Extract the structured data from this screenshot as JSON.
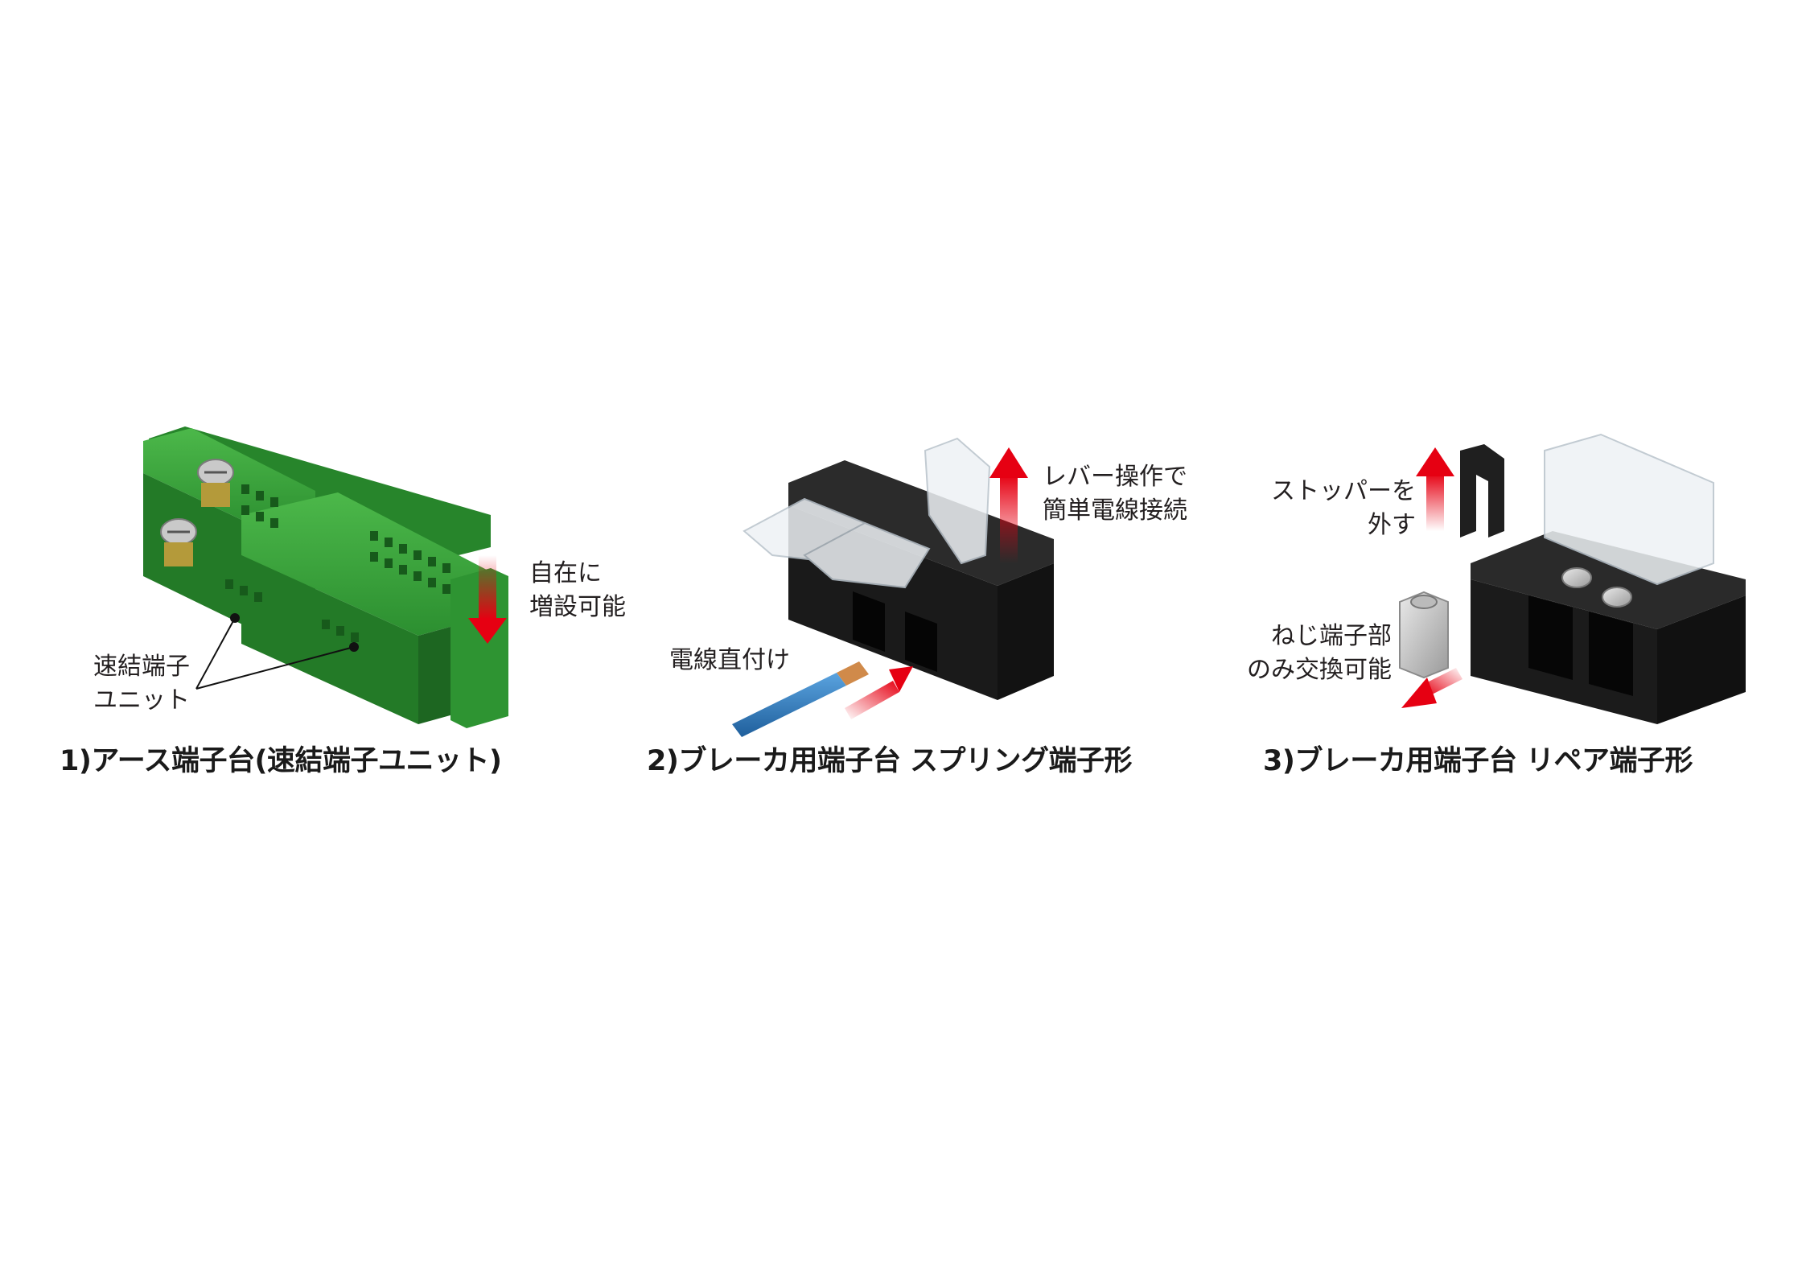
{
  "palette": {
    "green": "#2f9a32",
    "green_dark": "#1e6e22",
    "black_body": "#1c1c1c",
    "clear_plastic": "#e7edf2",
    "arrow_red": "#e60012",
    "wire_blue": "#2e7fc1",
    "text": "#231f20"
  },
  "panels": [
    {
      "caption": "1)アース端子台(速結端子ユニット)",
      "callouts": {
        "expand": [
          "自在に",
          "増設可能"
        ],
        "unit": [
          "速結端子",
          "ユニット"
        ]
      }
    },
    {
      "caption": "2)ブレーカ用端子台 スプリング端子形",
      "callouts": {
        "lever": [
          "レバー操作で",
          "簡単電線接続"
        ],
        "wire": [
          "電線直付け"
        ]
      }
    },
    {
      "caption": "3)ブレーカ用端子台 リペア端子形",
      "callouts": {
        "stopper": [
          "ストッパーを",
          "外す"
        ],
        "screw": [
          "ねじ端子部",
          "のみ交換可能"
        ]
      }
    }
  ]
}
